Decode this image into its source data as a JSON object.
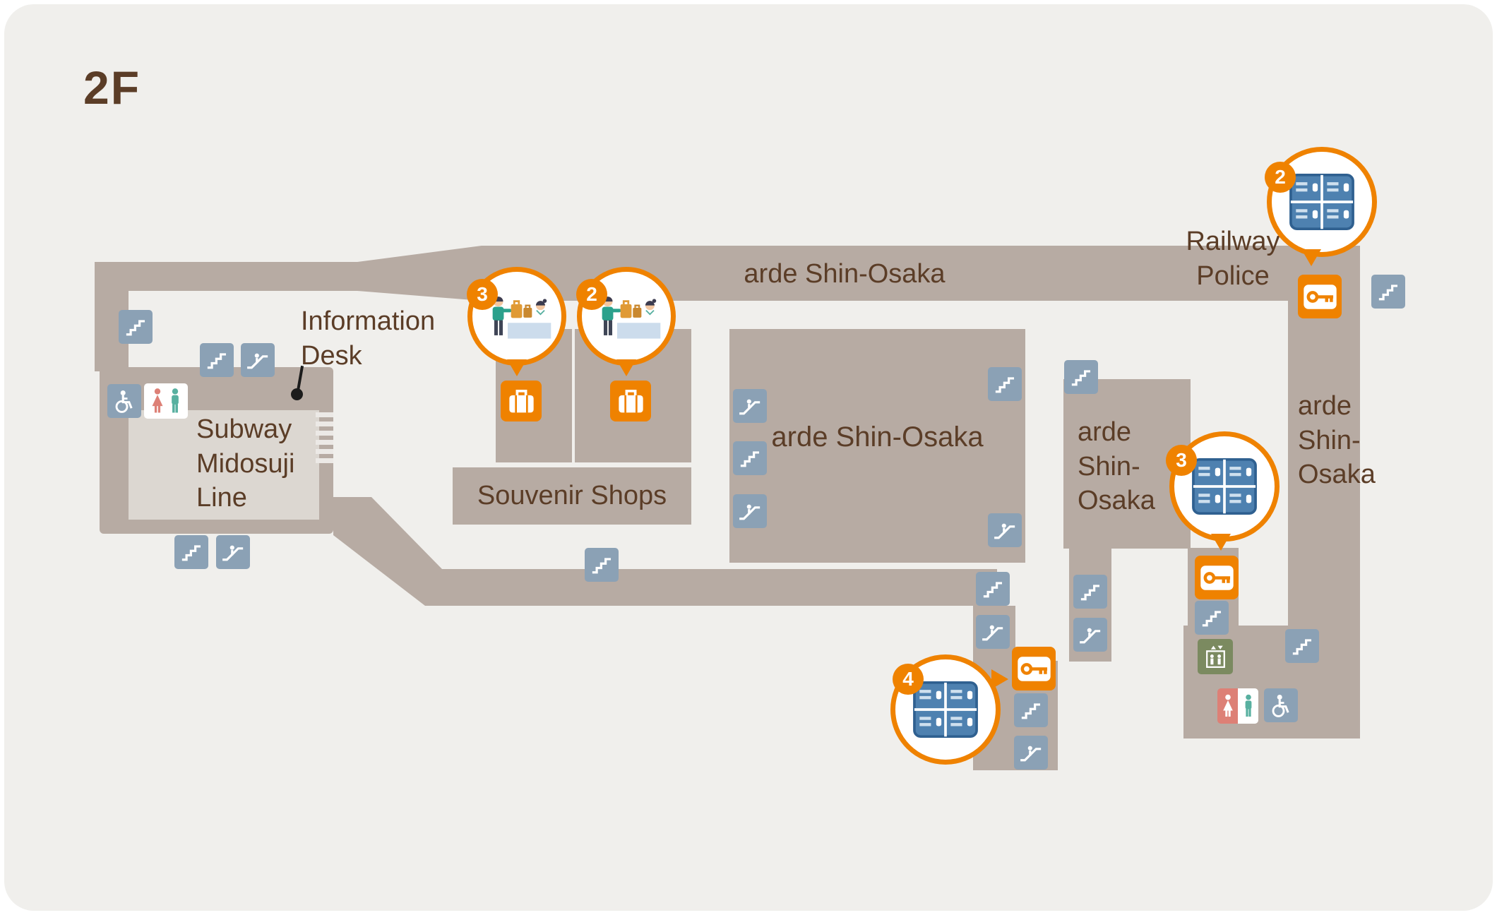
{
  "floor": {
    "label": "2F"
  },
  "areas": {
    "information_desk": "Information\nDesk",
    "subway": "Subway\nMidosuji\nLine",
    "souvenir_shops": "Souvenir Shops",
    "arde_top_band": "arde Shin-Osaka",
    "arde_central": "arde Shin-Osaka",
    "arde_right_block": "arde\nShin-\nOsaka",
    "arde_right_corridor": "arde\nShin-\nOsaka",
    "railway_police": "Railway\nPolice"
  },
  "callouts": {
    "baggage_counter_left": {
      "number": "3",
      "type": "baggage-counter"
    },
    "baggage_counter_right": {
      "number": "2",
      "type": "baggage-counter"
    },
    "lockers_top_right": {
      "number": "2",
      "type": "coin-lockers"
    },
    "lockers_mid_right": {
      "number": "3",
      "type": "coin-lockers"
    },
    "lockers_bottom": {
      "number": "4",
      "type": "coin-lockers"
    }
  },
  "colors": {
    "background": "#f0efec",
    "floor": "#b7aba3",
    "floor_inner": "#dcd7d1",
    "icon_blue": "#8ba1b5",
    "accent_orange": "#ef8200",
    "text_brown": "#5b3d27",
    "elevator_green": "#7b8a60",
    "toilet_pink": "#dd8076",
    "toilet_teal": "#58b0a0",
    "locker_blue": "#4e81b0"
  },
  "icons": {
    "stairs": "stairs-icon",
    "escalator": "escalator-icon",
    "wheelchair": "wheelchair-accessible-icon",
    "toilet": "restroom-icon",
    "elevator": "elevator-icon",
    "locker_key": "coin-locker-key-icon",
    "baggage": "baggage-storage-icon",
    "lockers": "coin-lockers-icon",
    "counter": "baggage-counter-icon"
  }
}
